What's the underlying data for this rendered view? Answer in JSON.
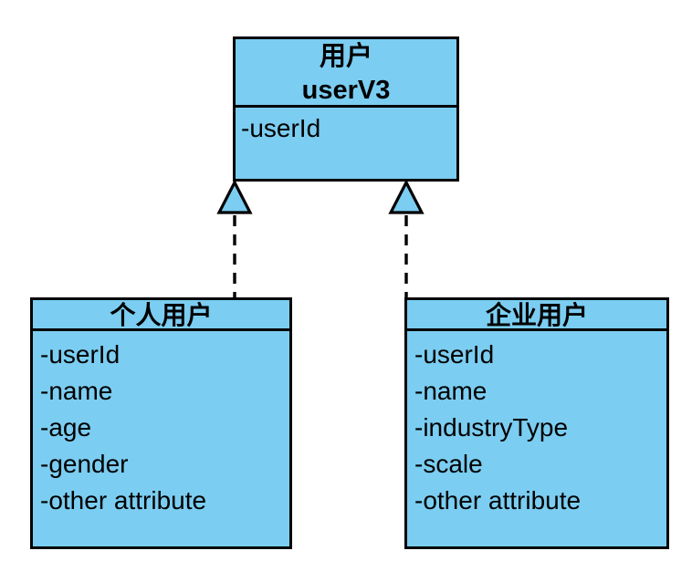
{
  "diagram": {
    "type": "uml-class-diagram",
    "colors": {
      "box_fill": "#7BCDF1",
      "box_border": "#000000",
      "background": "#FFFFFF",
      "text": "#000000"
    },
    "parent": {
      "title": "用户",
      "subtitle": "userV3",
      "attributes": [
        "-userId"
      ]
    },
    "children": [
      {
        "title": "个人用户",
        "attributes": [
          "-userId",
          "-name",
          "-age",
          "-gender",
          "-other attribute"
        ]
      },
      {
        "title": "企业用户",
        "attributes": [
          "-userId",
          "-name",
          "-industryType",
          "-scale",
          "-other attribute"
        ]
      }
    ],
    "connectors": [
      {
        "kind": "realization",
        "from": "个人用户",
        "to": "用户"
      },
      {
        "kind": "realization",
        "from": "企业用户",
        "to": "用户"
      }
    ]
  }
}
